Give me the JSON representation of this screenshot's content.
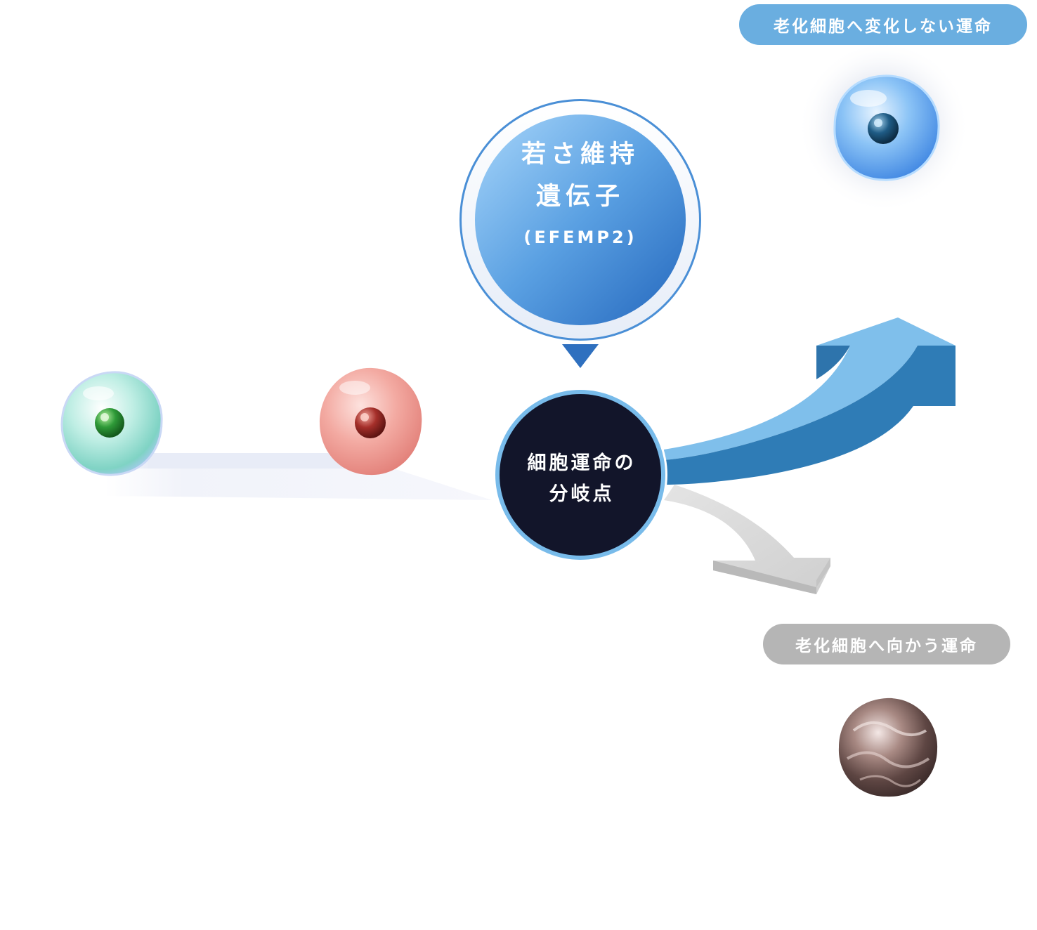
{
  "labels": {
    "fate_no_aging": "老化細胞へ変化しない運命",
    "fate_to_aging": "老化細胞へ向かう運命",
    "branch_point_line1": "細胞運命の",
    "branch_point_line2": "分岐点"
  },
  "gene_bubble": {
    "line1": "若さ維持",
    "line2": "遺伝子",
    "line3": "(EFEMP2)"
  },
  "colors": {
    "blue_accent": "#6aaee0",
    "gray_accent": "#b5b5b5",
    "branch_circle": "#12152a",
    "bubble_blue_dark": "#2e72c0",
    "bubble_blue_light": "#9ccdf5",
    "arrow_blue_front": "#2f7cb6",
    "arrow_blue_top": "#7fbfeb"
  },
  "icons": [
    "green-cell-icon",
    "red-cell-icon",
    "blue-healthy-cell-icon",
    "senescent-cell-icon"
  ]
}
